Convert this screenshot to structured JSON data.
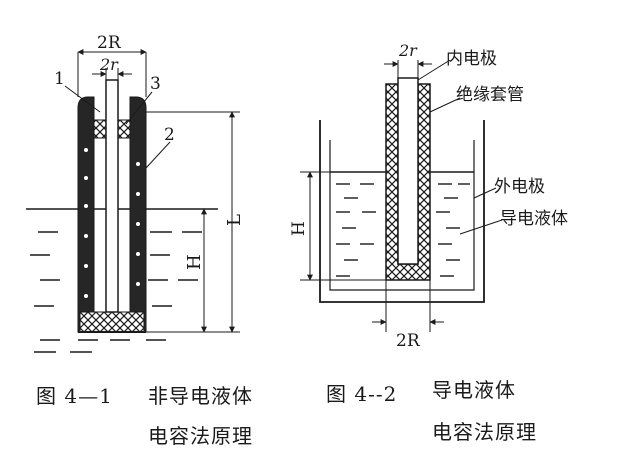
{
  "colors": {
    "ink": "#1a1a1a",
    "paper": "#ffffff",
    "wall": "#262626"
  },
  "figure1": {
    "label_2R": "2R",
    "label_2r": "2r",
    "part_1": "1",
    "part_2": "2",
    "part_3": "3",
    "label_L": "L",
    "label_H": "H",
    "caption_number": "图 4—1",
    "caption_line1": "非导电液体",
    "caption_line2": "电容法原理"
  },
  "figure2": {
    "label_2r": "2r",
    "label_2R": "2R",
    "label_H": "H",
    "inner_electrode": "内电极",
    "insulating_sleeve": "绝缘套管",
    "outer_electrode": "外电极",
    "conductive_liquid": "导电液体",
    "caption_number": "图 4--2",
    "caption_line1": "导电液体",
    "caption_line2": "电容法原理"
  }
}
